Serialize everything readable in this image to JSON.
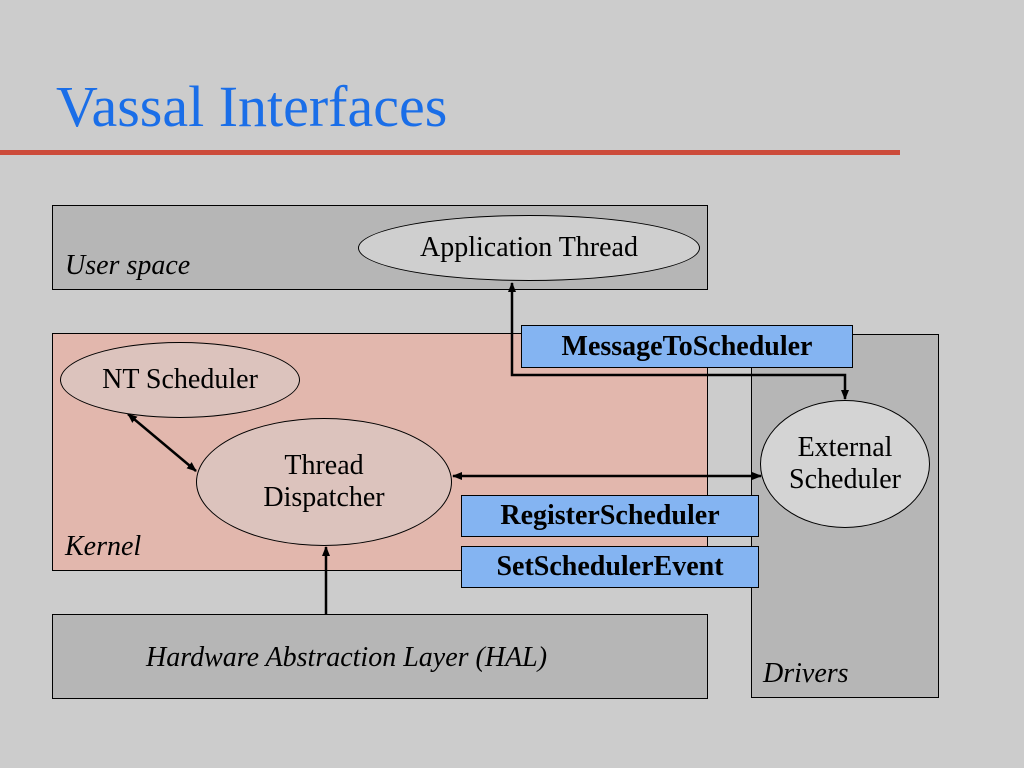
{
  "slide": {
    "title": "Vassal Interfaces"
  },
  "layers": {
    "user_space": "User space",
    "kernel": "Kernel",
    "hal": "Hardware Abstraction Layer (HAL)",
    "drivers": "Drivers"
  },
  "components": {
    "application_thread": "Application Thread",
    "nt_scheduler": "NT Scheduler",
    "thread_dispatcher": [
      "Thread",
      "Dispatcher"
    ],
    "external_scheduler": [
      "External",
      "Scheduler"
    ]
  },
  "interfaces": {
    "message_to_scheduler": "MessageToScheduler",
    "register_scheduler": "RegisterScheduler",
    "set_scheduler_event": "SetSchedulerEvent"
  },
  "colors": {
    "title": "#1a6ee8",
    "title_rule": "#cc4b3a",
    "kernel_fill": "#e2b7ad",
    "layer_fill": "#b6b6b6",
    "interface_fill": "#84b4f2",
    "background": "#cccccc"
  }
}
